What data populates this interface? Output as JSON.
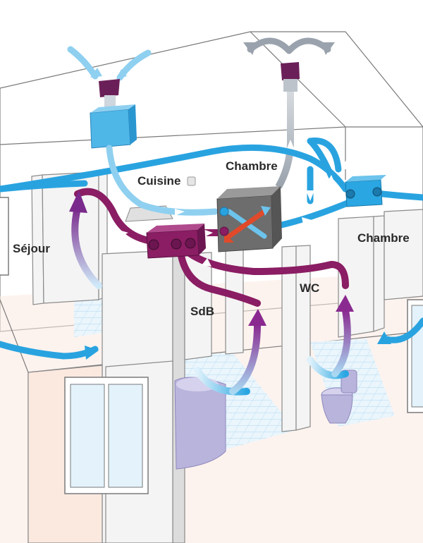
{
  "rooms": {
    "sejour": "Séjour",
    "cuisine": "Cuisine",
    "chambre_top": "Chambre",
    "chambre_right": "Chambre",
    "sdb": "SdB",
    "wc": "WC"
  },
  "colors": {
    "fresh_air": "#29a3e0",
    "fresh_air_light": "#8fd0f0",
    "stale_air": "#8a1d63",
    "exhaust": "#9aa3ad",
    "exchanger": "#6d6d6d",
    "floor_tint": "#fbe9e0",
    "tiles": "#e6f3fb",
    "fixtures": "#b9b4dc"
  },
  "icons": {
    "exchanger": "heat-exchanger-icon",
    "intake": "air-intake-icon",
    "exhaust": "exhaust-vent-icon",
    "extractor": "extraction-box-icon",
    "distributor": "distribution-box-icon"
  }
}
